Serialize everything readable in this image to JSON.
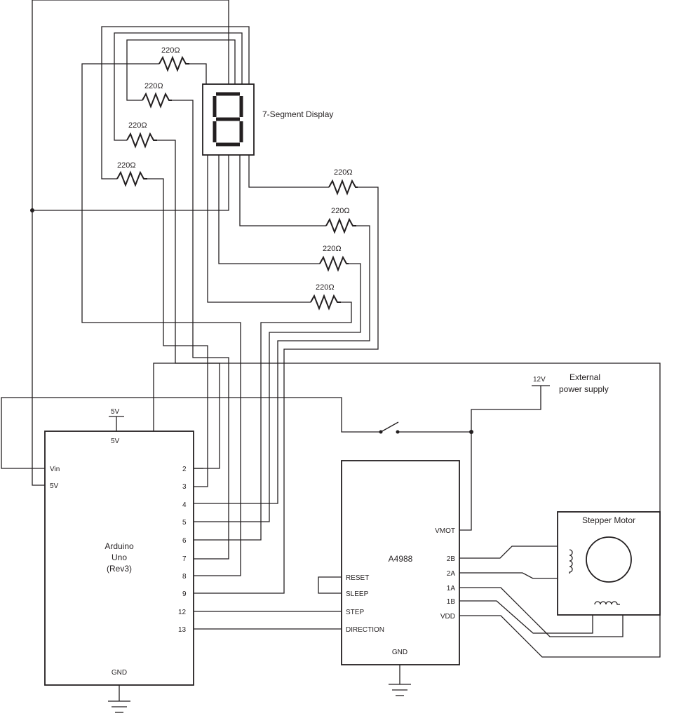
{
  "display": {
    "label": "7-Segment Display"
  },
  "resistor_value": "220Ω",
  "arduino": {
    "name_line1": "Arduino",
    "name_line2": "Uno",
    "name_line3": "(Rev3)",
    "top_pin": "5V",
    "gnd": "GND",
    "left_pins": [
      "Vin",
      "5V"
    ],
    "right_pins": [
      "2",
      "3",
      "4",
      "5",
      "6",
      "7",
      "8",
      "9",
      "12",
      "13"
    ]
  },
  "supply_5v": "5V",
  "supply_12v": "12V",
  "external_supply": {
    "line1": "External",
    "line2": "power supply"
  },
  "driver": {
    "name": "A4988",
    "left_pins": [
      "RESET",
      "SLEEP",
      "STEP",
      "DIRECTION"
    ],
    "right_pins": [
      "VMOT",
      "2B",
      "2A",
      "1A",
      "1B",
      "VDD"
    ],
    "gnd": "GND"
  },
  "motor": {
    "label": "Stepper Motor"
  }
}
